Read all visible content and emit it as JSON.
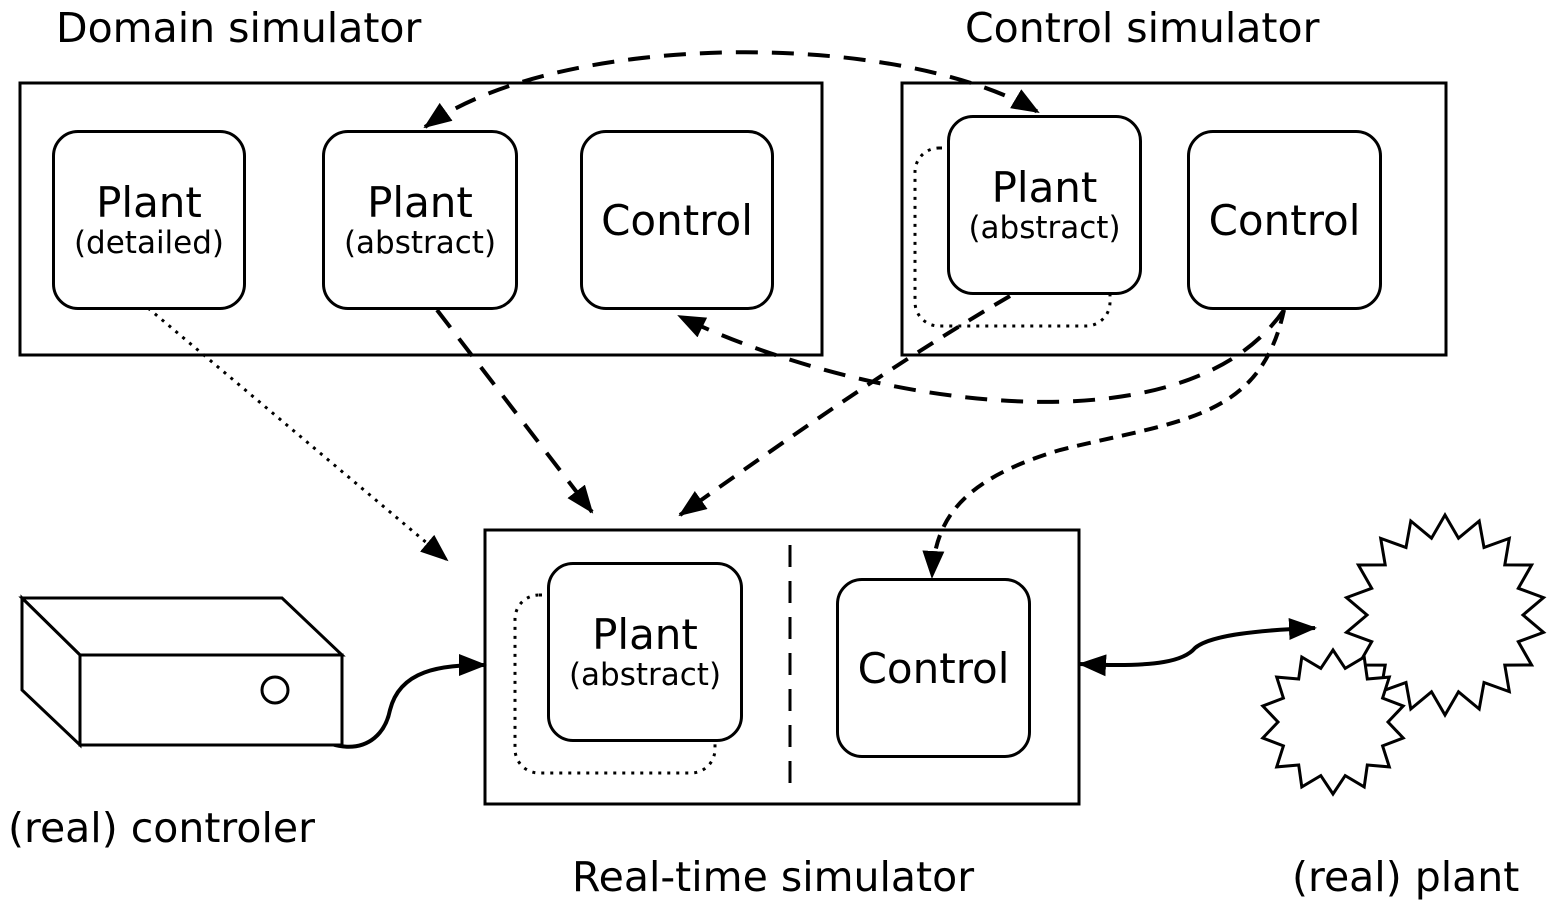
{
  "domain_simulator": {
    "title": "Domain simulator",
    "plant_detailed": {
      "name": "Plant",
      "qualifier": "(detailed)"
    },
    "plant_abstract": {
      "name": "Plant",
      "qualifier": "(abstract)"
    },
    "control": {
      "name": "Control"
    }
  },
  "control_simulator": {
    "title": "Control simulator",
    "plant_abstract": {
      "name": "Plant",
      "qualifier": "(abstract)"
    },
    "control": {
      "name": "Control"
    }
  },
  "realtime_simulator": {
    "title": "Real-time simulator",
    "plant_abstract": {
      "name": "Plant",
      "qualifier": "(abstract)"
    },
    "control": {
      "name": "Control"
    }
  },
  "real_controller": {
    "label": "(real) controler"
  },
  "real_plant": {
    "label": "(real) plant"
  }
}
